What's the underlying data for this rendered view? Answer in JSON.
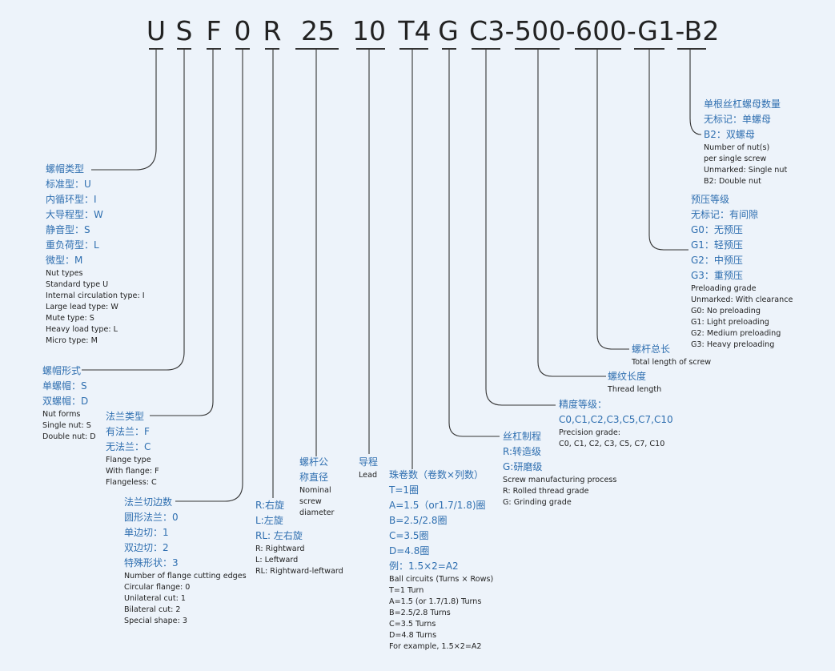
{
  "code": {
    "parts": [
      "U",
      "S",
      "F",
      "0",
      "R",
      "25",
      "10",
      "T4",
      "G",
      "C3-500-600-G1-B2"
    ]
  },
  "groups": {
    "nut_type": {
      "zh": [
        "螺帽类型",
        "标准型：U",
        "内循环型：I",
        "大导程型：W",
        "静音型：S",
        "重负荷型：L",
        "微型：M"
      ],
      "en": [
        "Nut types",
        "Standard type U",
        "Internal circulation type: I",
        "Large lead type: W",
        "Mute type: S",
        "Heavy load type: L",
        "Micro type: M"
      ]
    },
    "nut_form": {
      "zh": [
        "螺帽形式",
        "单螺帽：S",
        "双螺帽：D"
      ],
      "en": [
        "Nut forms",
        "Single nut: S",
        "Double nut: D"
      ]
    },
    "flange_type": {
      "zh": [
        "法兰类型",
        "有法兰：F",
        "无法兰：C"
      ],
      "en": [
        "Flange type",
        "With flange: F",
        "Flangeless: C"
      ]
    },
    "flange_cut": {
      "zh": [
        "法兰切边数",
        "圆形法兰：0",
        "单边切：1",
        "双边切：2",
        "特殊形状：3"
      ],
      "en": [
        "Number of flange cutting edges",
        "Circular flange: 0",
        "Unilateral cut: 1",
        "Bilateral cut: 2",
        "Special shape: 3"
      ]
    },
    "rotation": {
      "zh": [
        "R:右旋",
        "L:左旋",
        "RL: 左右旋"
      ],
      "en": [
        "R: Rightward",
        "L: Leftward",
        "RL: Rightward-leftward"
      ]
    },
    "diameter": {
      "zh": [
        "螺杆公",
        "称直径"
      ],
      "en": [
        "Nominal",
        "screw",
        "diameter"
      ]
    },
    "lead": {
      "zh": [
        "导程"
      ],
      "en": [
        "Lead"
      ]
    },
    "circuits": {
      "zh": [
        "珠卷数（卷数×列数）",
        "T=1圈",
        "A=1.5（or1.7/1.8)圈",
        "B=2.5/2.8圈",
        "C=3.5圈",
        "D=4.8圈",
        "例：1.5×2=A2"
      ],
      "en": [
        "Ball circuits (Turns × Rows)",
        "T=1 Turn",
        "A=1.5 (or 1.7/1.8) Turns",
        "B=2.5/2.8 Turns",
        "C=3.5 Turns",
        "D=4.8 Turns",
        "For example, 1.5×2=A2"
      ]
    },
    "process": {
      "zh": [
        "丝杠制程",
        "R:转造级",
        "G:研磨级"
      ],
      "en": [
        "Screw manufacturing process",
        "R: Rolled thread grade",
        "G: Grinding grade"
      ]
    },
    "precision": {
      "zh": [
        "精度等级：",
        "C0,C1,C2,C3,C5,C7,C10"
      ],
      "en": [
        "Precision grade:",
        "C0, C1, C2, C3, C5, C7, C10"
      ]
    },
    "thread_length": {
      "zh": [
        "螺纹长度"
      ],
      "en": [
        "Thread length"
      ]
    },
    "total_length": {
      "zh": [
        "螺杆总长"
      ],
      "en": [
        "Total length of screw"
      ]
    },
    "preload": {
      "zh": [
        "预压等级",
        "无标记：有间隙",
        "G0：无预压",
        "G1：轻预压",
        "G2：中预压",
        "G3：重预压"
      ],
      "en": [
        "Preloading grade",
        "Unmarked: With clearance",
        "G0: No preloading",
        "G1: Light preloading",
        "G2: Medium preloading",
        "G3: Heavy preloading"
      ]
    },
    "nut_count": {
      "zh": [
        "单根丝杠螺母数量",
        "无标记：单螺母",
        "B2：双螺母"
      ],
      "en": [
        "Number of nut(s)",
        "per single screw",
        "Unmarked: Single nut",
        "B2: Double nut"
      ]
    }
  },
  "colors": {
    "background": "#edf3fa",
    "chinese_text": "#2f6fb0",
    "english_text": "#222222",
    "lines": "#333333"
  }
}
